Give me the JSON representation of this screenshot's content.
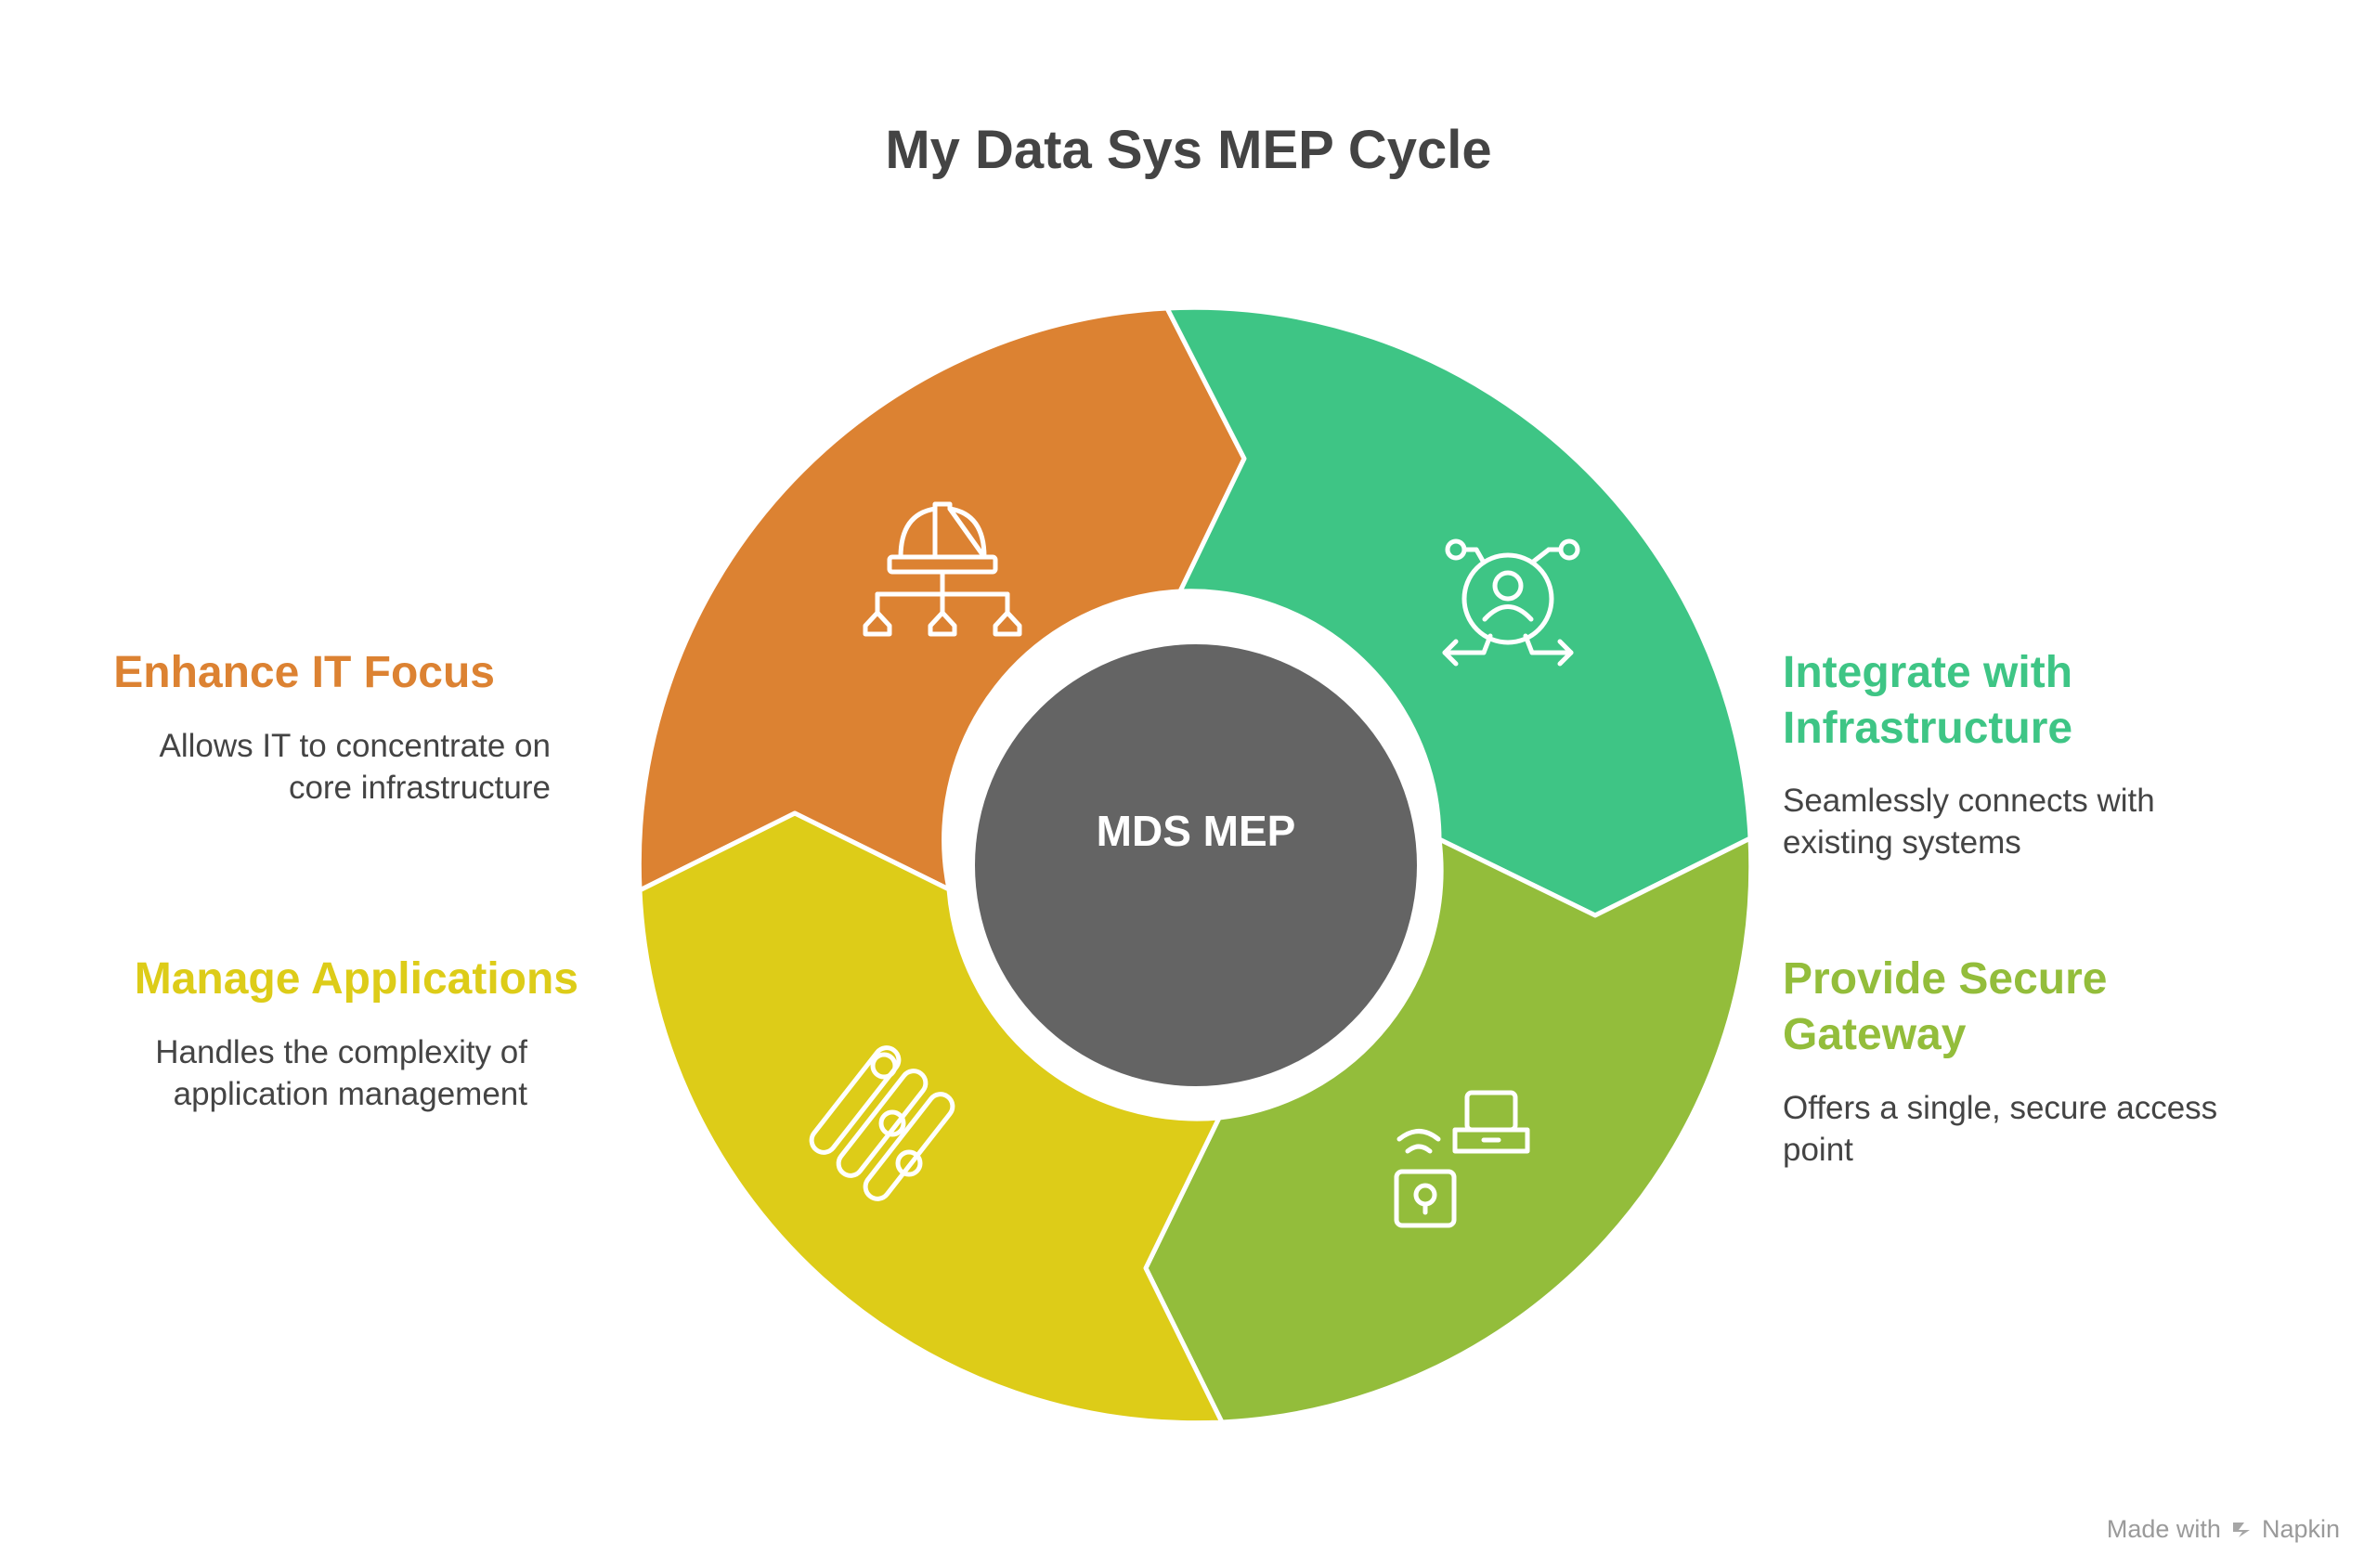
{
  "title": "My Data Sys MEP Cycle",
  "center": {
    "label": "MDS MEP",
    "color": "#646464"
  },
  "segments": [
    {
      "key": "enhance",
      "title": "Enhance IT Focus",
      "description_lines": [
        "Allows IT to concentrate on",
        "core infrastructure"
      ],
      "color": "#DC8232",
      "icon": "hardhat-hierarchy-icon"
    },
    {
      "key": "integrate",
      "title_lines": [
        "Integrate with",
        "Infrastructure"
      ],
      "description_lines": [
        "Seamlessly connects with",
        "existing systems"
      ],
      "color": "#3EC585",
      "icon": "user-network-icon"
    },
    {
      "key": "gateway",
      "title_lines": [
        "Provide Secure",
        "Gateway"
      ],
      "description_lines": [
        "Offers a single, secure access",
        "point"
      ],
      "color": "#93BD3B",
      "icon": "secure-laptop-icon"
    },
    {
      "key": "manage",
      "title": "Manage Applications",
      "description_lines": [
        "Handles the complexity of",
        "application management"
      ],
      "color": "#DDCC18",
      "icon": "pipes-icon"
    }
  ],
  "footer": {
    "made_with": "Made with",
    "brand": "Napkin"
  }
}
